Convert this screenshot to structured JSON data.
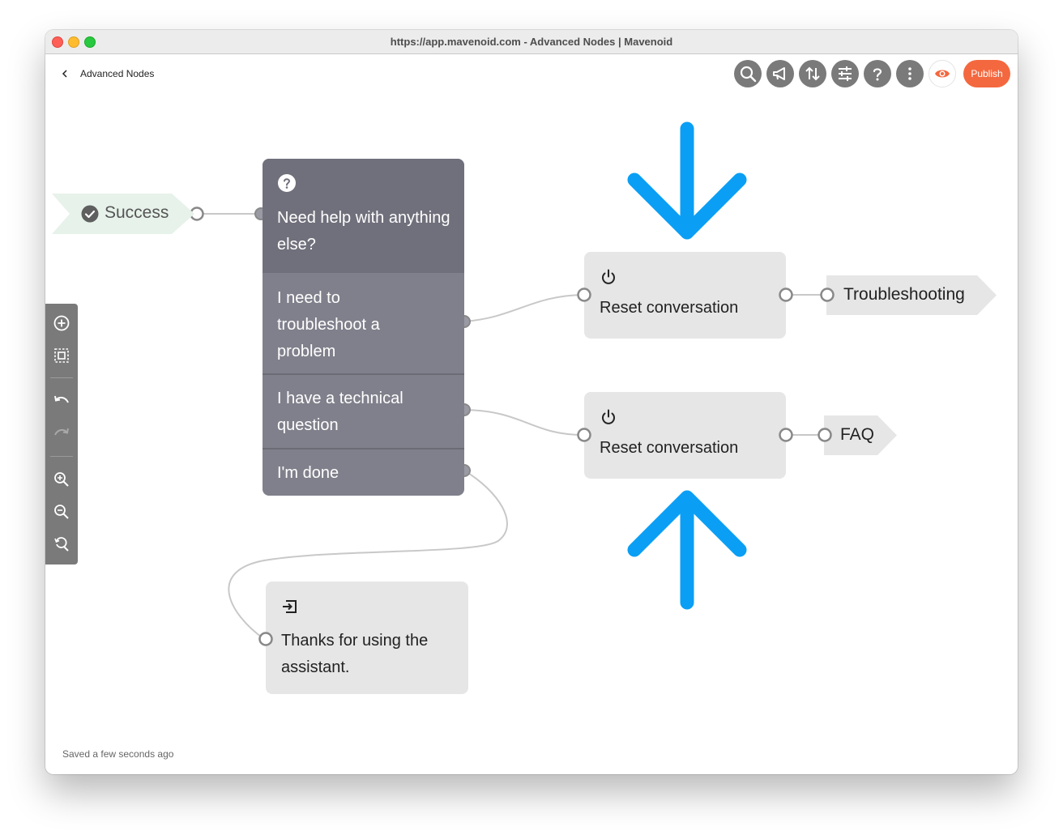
{
  "window": {
    "title": "https://app.mavenoid.com - Advanced Nodes | Mavenoid"
  },
  "header": {
    "breadcrumb": "Advanced Nodes",
    "publish_label": "Publish",
    "toolbar_icons": [
      "search-icon",
      "megaphone-icon",
      "sort-arrows-icon",
      "sliders-icon",
      "help-icon",
      "more-vertical-icon",
      "eye-icon"
    ]
  },
  "side_toolbar": {
    "icons": [
      "add-circle-icon",
      "select-area-icon",
      "undo-icon",
      "redo-icon",
      "zoom-in-icon",
      "zoom-out-icon",
      "zoom-reset-icon"
    ]
  },
  "flow": {
    "success_tag": "Success",
    "question_node": {
      "title": "Need help with anything else?",
      "options": [
        "I need to troubleshoot a problem",
        "I have a technical question",
        "I'm done"
      ]
    },
    "reset_nodes": [
      {
        "label": "Reset conversation",
        "target": "Troubleshooting"
      },
      {
        "label": "Reset conversation",
        "target": "FAQ"
      }
    ],
    "end_node": {
      "label": "Thanks for using the assistant."
    }
  },
  "annotations": {
    "arrow_color": "#0a9ff5",
    "arrows": [
      "arrow-down",
      "arrow-up"
    ]
  },
  "footer": {
    "status": "Saved a few seconds ago"
  },
  "colors": {
    "publish": "#f4683f",
    "question_node": "#80808c",
    "success_tag_bg": "#e6f2ea"
  }
}
